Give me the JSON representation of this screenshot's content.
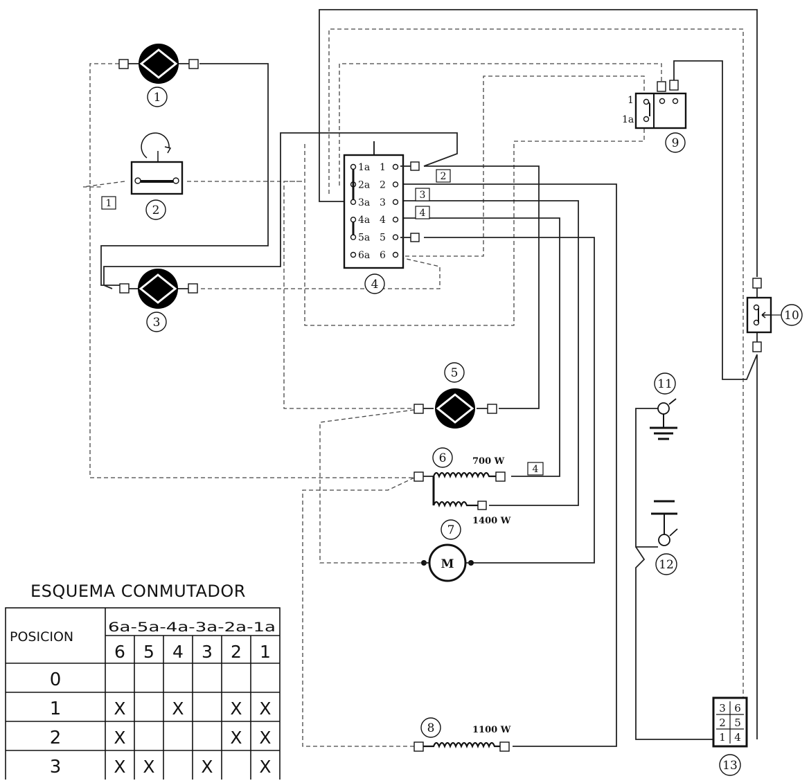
{
  "components": {
    "c1": "1",
    "c2": "2",
    "c3": "3",
    "c4": "4",
    "c5": "5",
    "c6": "6",
    "c7": "7",
    "c8": "8",
    "c9": "9",
    "c10": "10",
    "c11": "11",
    "c12": "12",
    "c13": "13"
  },
  "motor_symbol": "M",
  "heaters": {
    "h700": "700 W",
    "h1400": "1400 W",
    "h1100": "1100 W"
  },
  "wire_tags": {
    "t1": "1",
    "t2": "2",
    "t3": "3",
    "t4a": "4",
    "t4b": "4"
  },
  "switch_terminals": {
    "left": [
      "1a",
      "2a",
      "3a",
      "4a",
      "5a",
      "6a"
    ],
    "right": [
      "1",
      "2",
      "3",
      "4",
      "5",
      "6"
    ]
  },
  "thermostat9_terms": [
    "1",
    "1a"
  ],
  "connector13": [
    [
      "3",
      "6"
    ],
    [
      "2",
      "5"
    ],
    [
      "1",
      "4"
    ]
  ],
  "switch_table": {
    "title": "ESQUEMA CONMUTADOR",
    "position_label": "POSICION",
    "head_top": "6a-5a-4a-3a-2a-1a",
    "head_bottom": [
      "6",
      "5",
      "4",
      "3",
      "2",
      "1"
    ],
    "rows": [
      {
        "pos": "0",
        "cells": [
          "",
          "",
          "",
          "",
          "",
          ""
        ]
      },
      {
        "pos": "1",
        "cells": [
          "X",
          "",
          "X",
          "",
          "X",
          "X"
        ]
      },
      {
        "pos": "2",
        "cells": [
          "X",
          "",
          "",
          "",
          "X",
          "X"
        ]
      },
      {
        "pos": "3",
        "cells": [
          "X",
          "X",
          "",
          "X",
          "",
          "X"
        ]
      }
    ]
  }
}
